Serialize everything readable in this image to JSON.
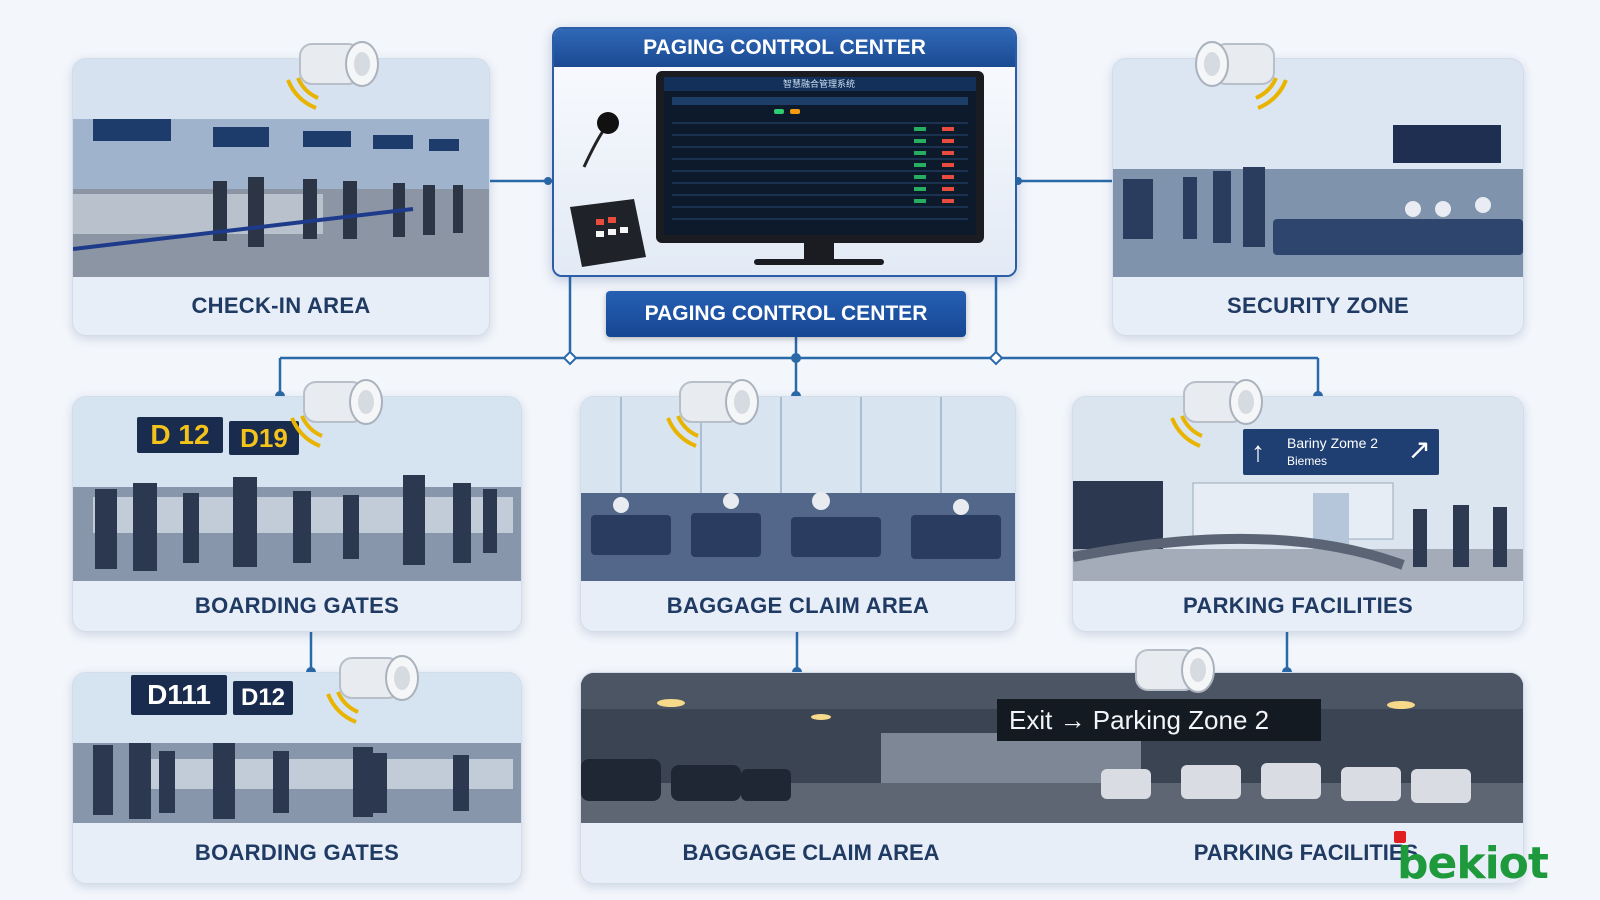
{
  "center": {
    "panel_title": "PAGING CONTROL CENTER",
    "badge_label": "PAGING CONTROL CENTER",
    "screen_title": "智慧融合管理系统"
  },
  "zones": {
    "check_in": {
      "label": "CHECK-IN AREA"
    },
    "security": {
      "label": "SECURITY ZONE"
    },
    "boarding_1": {
      "label": "BOARDING GATES",
      "gate_a": "D 12",
      "gate_b": "D19"
    },
    "baggage_1": {
      "label": "BAGGAGE CLAIM AREA"
    },
    "parking_1": {
      "label": "PARKING FACILITIES",
      "sign_line1": "Bariny Zome 2",
      "sign_line2": "Biemes"
    },
    "boarding_2": {
      "label": "BOARDING GATES",
      "gate_a": "D111",
      "gate_b": "D12"
    },
    "baggage_2": {
      "label": "BAGGAGE CLAIM AREA"
    },
    "parking_2": {
      "label": "PARKING FACILITIES",
      "sign": "Exit → Parking Zone 2"
    }
  },
  "brand": {
    "name": "bekiot"
  },
  "colors": {
    "accent": "#1b4a92",
    "connector": "#2a6aa8",
    "label_text": "#1f3a63",
    "brand_green": "#1e9a3c",
    "sound_waves": "#e8b400"
  }
}
